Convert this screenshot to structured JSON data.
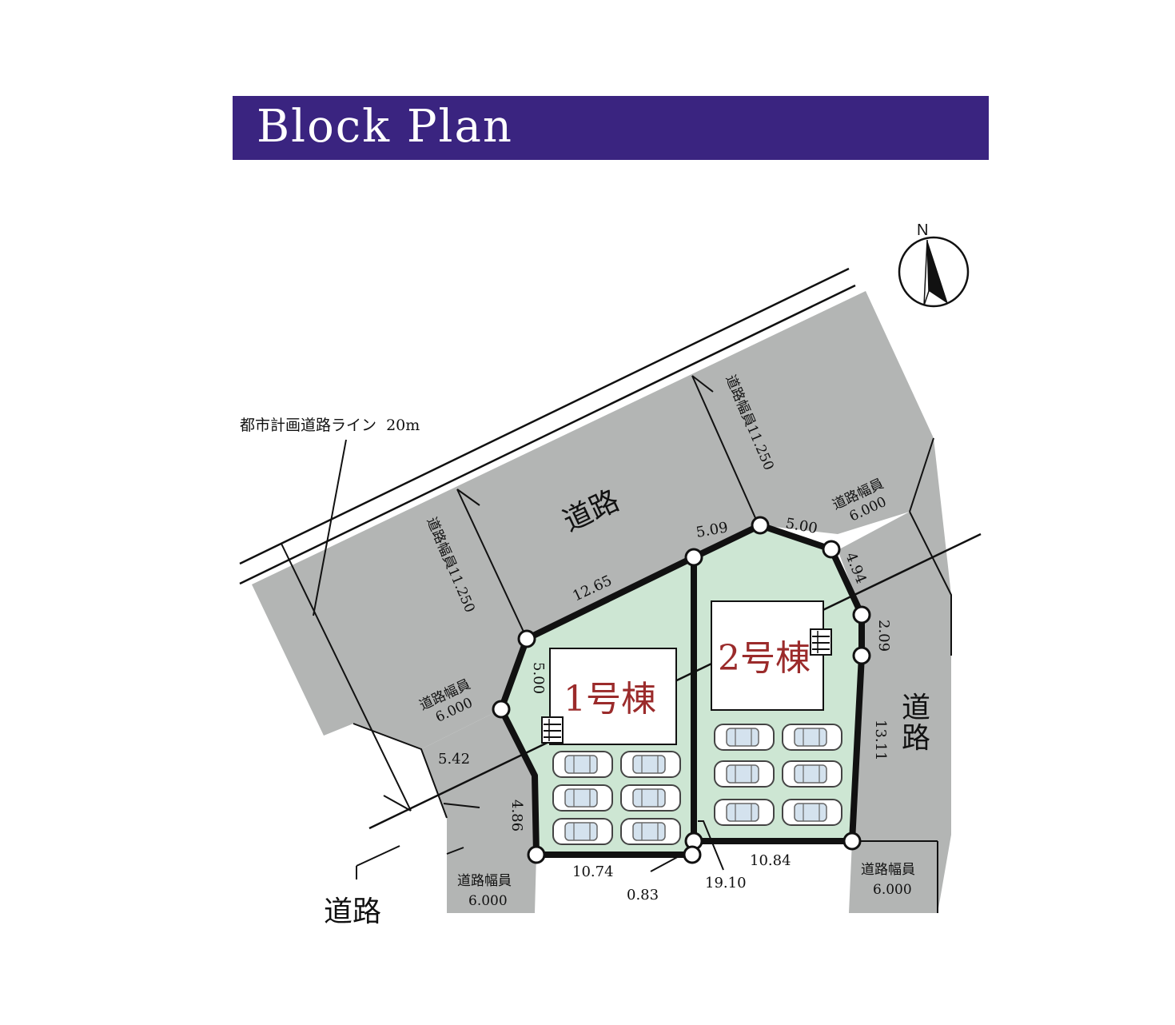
{
  "title": "Block Plan",
  "north_label": "N",
  "city_planning_line": "都市計画道路ライン  20m",
  "road_labels": {
    "north": "道路",
    "east": "道路",
    "southwest": "道路"
  },
  "road_width_11250": "道路幅員11.250",
  "road_width_label": "道路幅員",
  "road_width_6000": "6.000",
  "buildings": {
    "lot1": "1号棟",
    "lot2": "2号棟"
  },
  "dimensions": {
    "d1265": "12.65",
    "d509": "5.09",
    "d500a": "5.00",
    "d500b": "5.00",
    "d494": "4.94",
    "d209": "2.09",
    "d1311": "13.11",
    "d1084": "10.84",
    "d1910": "19.10",
    "d083": "0.83",
    "d1074": "10.74",
    "d486": "4.86",
    "d542": "5.42"
  },
  "colors": {
    "title_bg": "#3a2480",
    "road": "#b3b5b4",
    "lot": "#cde6d3",
    "boundary": "#111111",
    "building_label": "#9b2b2b"
  }
}
